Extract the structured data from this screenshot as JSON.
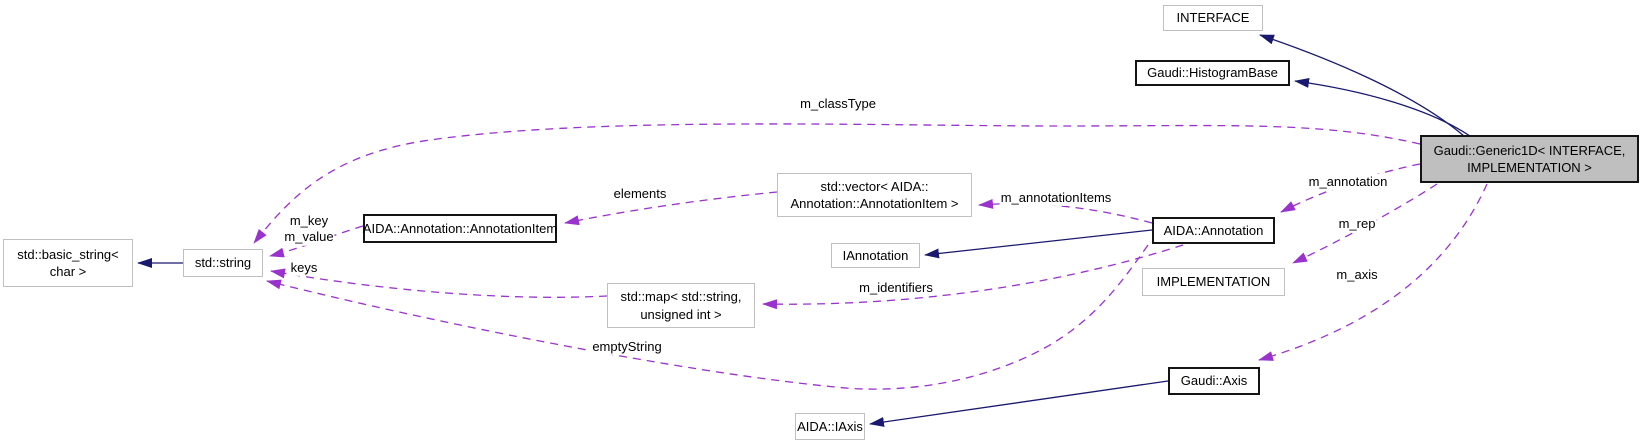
{
  "diagram": {
    "type": "doxygen-collaboration-graph",
    "colors": {
      "inheritance_edge": "#191970",
      "usage_edge": "#9a32cd",
      "linked_node_border": "#141414",
      "plain_node_border": "#c0c0c0",
      "current_node_fill": "#bfbfbf",
      "node_fill": "#ffffff",
      "background": "#ffffff",
      "text": "#000000"
    },
    "nodes": {
      "interface": {
        "label": "INTERFACE"
      },
      "histogram_base": {
        "label": "Gaudi::HistogramBase"
      },
      "generic1d": {
        "label": "Gaudi::Generic1D< INTERFACE,\nIMPLEMENTATION >"
      },
      "vector_annotation_item": {
        "label": "std::vector< AIDA::\nAnnotation::AnnotationItem >"
      },
      "annotation_item": {
        "label": "AIDA::Annotation::AnnotationItem"
      },
      "iannotation": {
        "label": "IAnnotation"
      },
      "annotation": {
        "label": "AIDA::Annotation"
      },
      "implementation": {
        "label": "IMPLEMENTATION"
      },
      "basic_string": {
        "label": "std::basic_string<\nchar >"
      },
      "string": {
        "label": "std::string"
      },
      "map_string_uint": {
        "label": "std::map< std::string,\nunsigned int >"
      },
      "axis": {
        "label": "Gaudi::Axis"
      },
      "iaxis": {
        "label": "AIDA::IAxis"
      }
    },
    "edge_labels": {
      "class_type": "m_classType",
      "key_value": "m_key\nm_value",
      "keys": "keys",
      "elements": "elements",
      "annotation_items": "m_annotationItems",
      "annotation": "m_annotation",
      "rep": "m_rep",
      "axis": "m_axis",
      "identifiers": "m_identifiers",
      "empty_string": "emptyString"
    }
  }
}
